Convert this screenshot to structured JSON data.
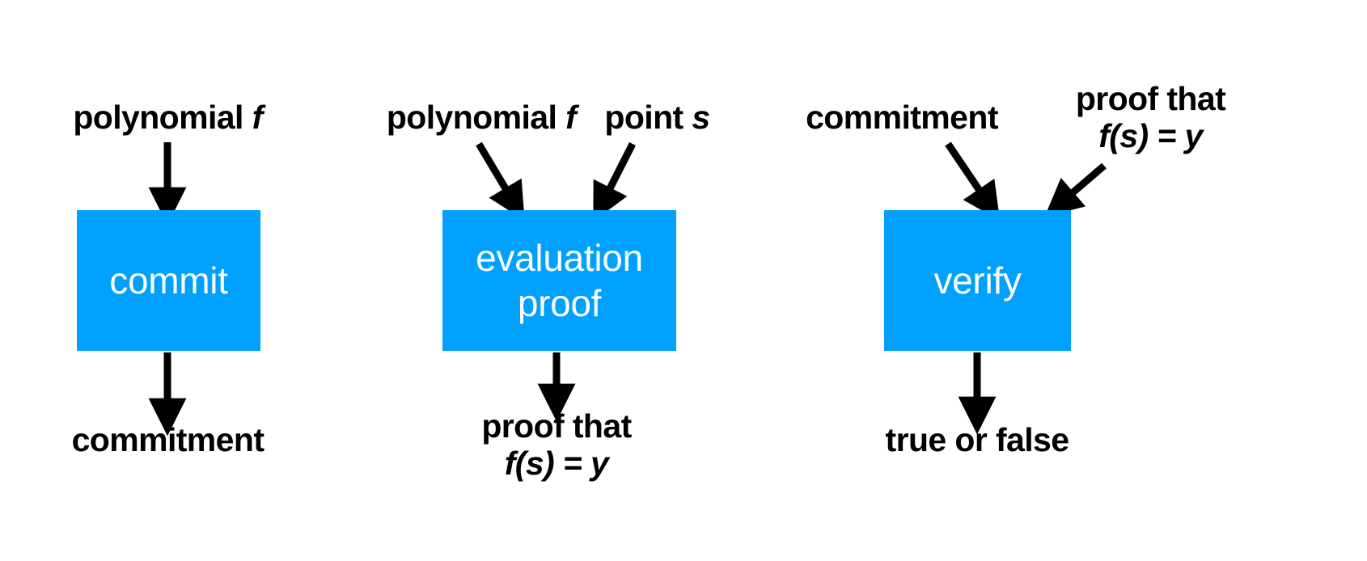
{
  "diagram": {
    "title": "Polynomial commitment scheme: commit, evaluation proof, verify",
    "background_color": "#FFFFFF",
    "box_color": "#00A0FF",
    "box_text_color": "#FFFFFF",
    "label_color": "#000000",
    "arrow_color": "#000000"
  },
  "panels": [
    {
      "id": "commit",
      "box_label": "commit",
      "inputs": [
        {
          "id": "polynomial-f",
          "text": "polynomial f",
          "plain": "polynomial ",
          "italic": "f"
        }
      ],
      "outputs": [
        {
          "id": "commitment",
          "text": "commitment"
        }
      ]
    },
    {
      "id": "evaluation-proof",
      "box_label_line1": "evaluation",
      "box_label_line2": "proof",
      "inputs": [
        {
          "id": "polynomial-f",
          "text": "polynomial f",
          "plain": "polynomial ",
          "italic": "f"
        },
        {
          "id": "point-s",
          "text": "point s",
          "plain": "point ",
          "italic": "s"
        }
      ],
      "outputs": [
        {
          "id": "proof-that-fs-equals-y",
          "line1": "proof that",
          "line2": "f(s) = y"
        }
      ]
    },
    {
      "id": "verify",
      "box_label": "verify",
      "inputs": [
        {
          "id": "commitment",
          "text": "commitment"
        },
        {
          "id": "proof-that-fs-equals-y",
          "line1": "proof that",
          "line2": "f(s) = y"
        }
      ],
      "outputs": [
        {
          "id": "true-or-false",
          "text": "true or false"
        }
      ]
    }
  ]
}
